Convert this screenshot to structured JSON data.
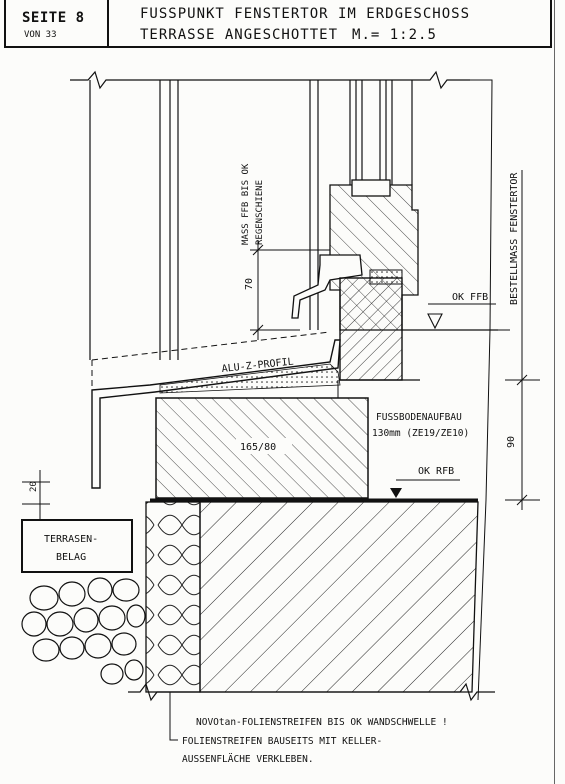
{
  "header": {
    "page_label": "SEITE 8",
    "page_of": "VON 33",
    "title_line1": "FUSSPUNKT FENSTERTOR IM ERDGESCHOSS",
    "title_line2": "TERRASSE ANGESCHOTTET",
    "scale": "M.= 1:2.5"
  },
  "drawing": {
    "mass_ffb_line1": "MASS FFB BIS OK",
    "mass_ffb_line2": "REGENSCHIENE",
    "dim_70": "70",
    "bestellmass": "BESTELLMASS FENSTERTOR",
    "ok_ffb": "OK FFB",
    "alu_z_profil": "ALU-Z-PROFIL",
    "block_size": "165/80",
    "fussboden_line1": "FUSSBODENAUFBAU",
    "fussboden_line2": "130mm (ZE19/ZE10)",
    "ok_rfb": "OK RFB",
    "dim_90": "90",
    "dim_20": "20",
    "terrasse_line1": "TERRASEN-",
    "terrasse_line2": "BELAG",
    "note_line1": "NOVOtan-FOLIENSTREIFEN BIS OK WANDSCHWELLE !",
    "note_line2": "FOLIENSTREIFEN BAUSEITS MIT KELLER-",
    "note_line3": "AUSSENFLÄCHE VERKLEBEN."
  }
}
